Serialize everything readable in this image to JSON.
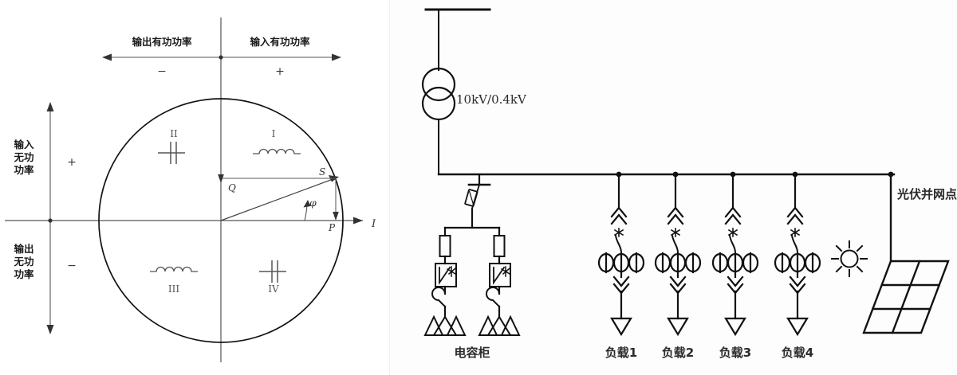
{
  "figure": {
    "left_panel": {
      "title_top_left": "输出有功功率",
      "title_top_right": "输入有功功率",
      "sign_top_left": "−",
      "sign_top_right": "+",
      "title_side_top": "输入无功功率",
      "title_side_bottom": "输出无功功率",
      "sign_side_top": "+",
      "sign_side_bottom": "−",
      "axis_label_horizontal": "I",
      "phasor": {
        "apparent_power": "S",
        "reactive_power": "Q",
        "active_power": "P",
        "angle": "φ"
      },
      "quadrants": [
        {
          "numeral": "I",
          "element": "inductor-symbol"
        },
        {
          "numeral": "II",
          "element": "capacitor-symbol"
        },
        {
          "numeral": "III",
          "element": "inductor-symbol"
        },
        {
          "numeral": "IV",
          "element": "capacitor-symbol"
        }
      ],
      "quadrant_numerals": {
        "q1": "I",
        "q2": "II",
        "q3": "III",
        "q4": "IV"
      }
    },
    "right_panel": {
      "transformer_label": "10kV/0.4kV",
      "capacitor_cabinet_label": "电容柜",
      "pv_grid_point_label": "光伏并网点",
      "loads": [
        {
          "label": "负载1"
        },
        {
          "label": "负载2"
        },
        {
          "label": "负载3"
        },
        {
          "label": "负载4"
        }
      ],
      "load_labels": {
        "l1": "负载1",
        "l2": "负载2",
        "l3": "负载3",
        "l4": "负载4"
      }
    }
  },
  "colors": {
    "line": "#111111",
    "thin_line": "#555555",
    "text": "#1a1a1a",
    "muted_text": "#4a4a4a",
    "background": "#ffffff"
  }
}
